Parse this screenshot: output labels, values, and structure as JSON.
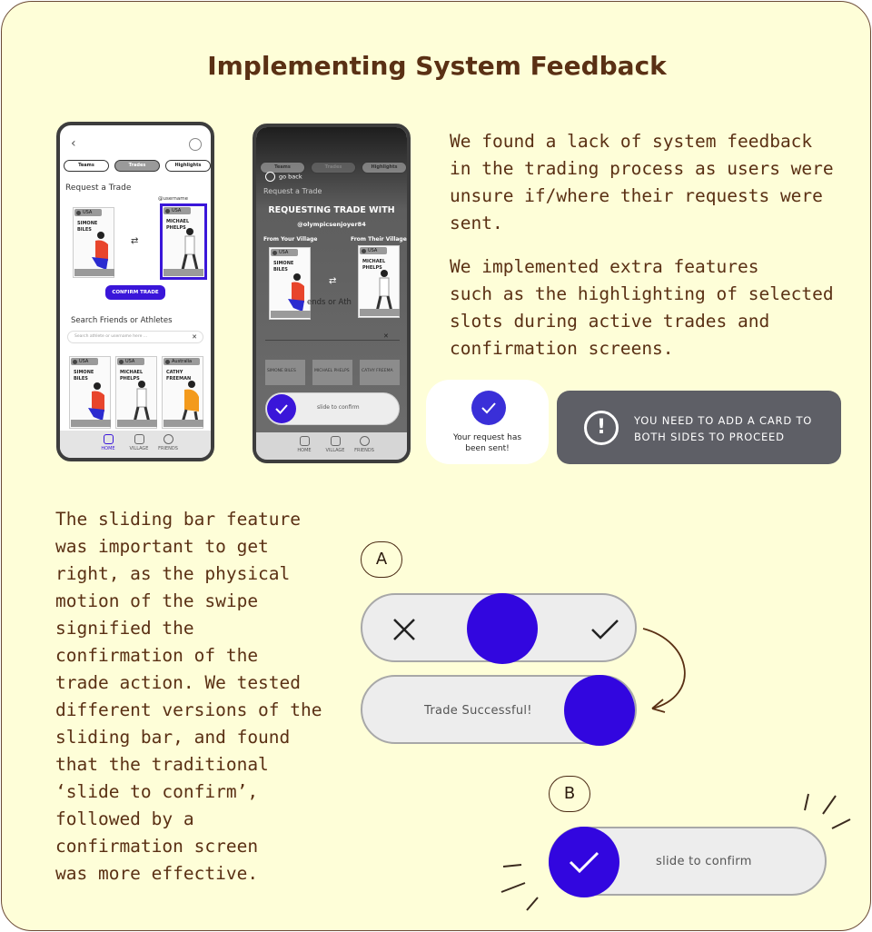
{
  "title": "Implementing System Feedback",
  "paragraphs": {
    "p1": [
      "We found a lack of system feedback",
      "in the trading process as users were",
      "unsure if/where their requests were",
      "sent."
    ],
    "p2": [
      "We implemented extra features",
      "such as the highlighting of selected",
      "slots during active trades and",
      "confirmation screens."
    ],
    "p3": [
      "The sliding bar feature",
      "was important to get",
      "right, as the physical",
      "motion of the swipe",
      "signified the",
      "confirmation of the",
      "trade action. We tested",
      "different versions of the",
      "sliding bar, and found",
      "that the traditional",
      "‘slide to confirm’,",
      "followed by a",
      "confirmation screen",
      "was more effective."
    ]
  },
  "phone1": {
    "tabs": [
      "Teams",
      "Trades",
      "Highlights"
    ],
    "request_label": "Request a Trade",
    "username_label": "@username",
    "cards_top": [
      {
        "country": "USA",
        "name": "SIMONE BILES"
      },
      {
        "country": "USA",
        "name": "MICHAEL PHELPS"
      }
    ],
    "confirm_button": "CONFIRM TRADE",
    "search_heading": "Search Friends or Athletes",
    "search_placeholder": "Search athlete or username here ...",
    "cards_bottom": [
      {
        "country": "USA",
        "name": "SIMONE BILES"
      },
      {
        "country": "USA",
        "name": "MICHAEL PHELPS"
      },
      {
        "country": "Australia",
        "name": "CATHY FREEMAN"
      }
    ],
    "nav": [
      "HOME",
      "VILLAGE",
      "FRIENDS"
    ]
  },
  "phone2": {
    "tabs": [
      "Teams",
      "Trades",
      "Highlights"
    ],
    "go_back": "go back",
    "request_label": "Request a Trade",
    "heading": "REQUESTING TRADE WITH",
    "handle": "@olympicsenjoyer84",
    "from_your": "From Your Village",
    "from_their": "From Their Village",
    "cards": [
      {
        "country": "USA",
        "name": "SIMONE BILES"
      },
      {
        "country": "USA",
        "name": "MICHAEL PHELPS"
      }
    ],
    "bg_text": "ends or Ath",
    "bottom_cards": [
      {
        "name": "SIMONE BILES"
      },
      {
        "name": "MICHAEL PHELPS"
      },
      {
        "name": "CATHY FREEMA"
      }
    ],
    "slider_label": "slide to confirm",
    "nav": [
      "HOME",
      "VILLAGE",
      "FRIENDS"
    ]
  },
  "toast_sent": [
    "Your request has",
    "been sent!"
  ],
  "toast_warning": [
    "YOU NEED TO ADD A CARD TO",
    "BOTH SIDES TO PROCEED"
  ],
  "variant_a": {
    "badge": "A",
    "success_label": "Trade Successful!"
  },
  "variant_b": {
    "badge": "B",
    "slider_label": "slide to confirm"
  },
  "colors": {
    "background": "#fefed8",
    "text": "#5a3014",
    "accent": "#3206df",
    "warning": "#5e5f66"
  }
}
